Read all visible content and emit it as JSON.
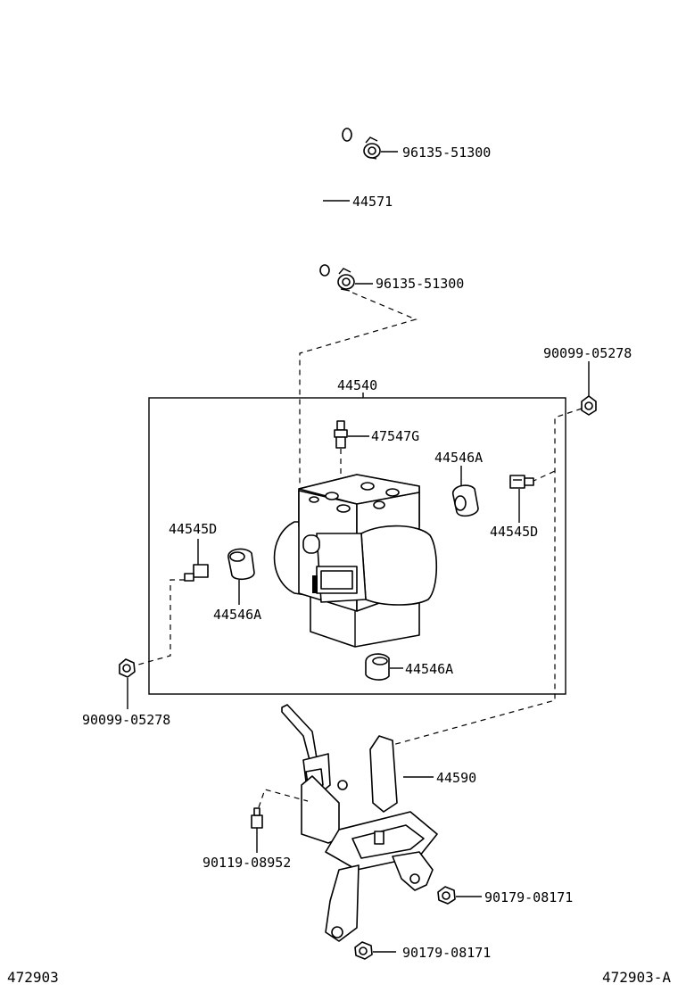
{
  "diagram": {
    "labels": {
      "clip_top": "96135-51300",
      "hose": "44571",
      "clip_bottom": "96135-51300",
      "nut_right_top": "90099-05278",
      "actuator_assy": "44540",
      "bleeder": "47547G",
      "cushion_right": "44546A",
      "bolt_right": "44545D",
      "bolt_left": "44545D",
      "cushion_left": "44546A",
      "cushion_bottom": "44546A",
      "nut_left_bottom": "90099-05278",
      "bracket": "44590",
      "bolt_bracket": "90119-08952",
      "nut_bracket_right": "90179-08171",
      "nut_bracket_bottom": "90179-08171"
    },
    "footer": {
      "left_code": "472903",
      "right_code": "472903-A"
    }
  }
}
